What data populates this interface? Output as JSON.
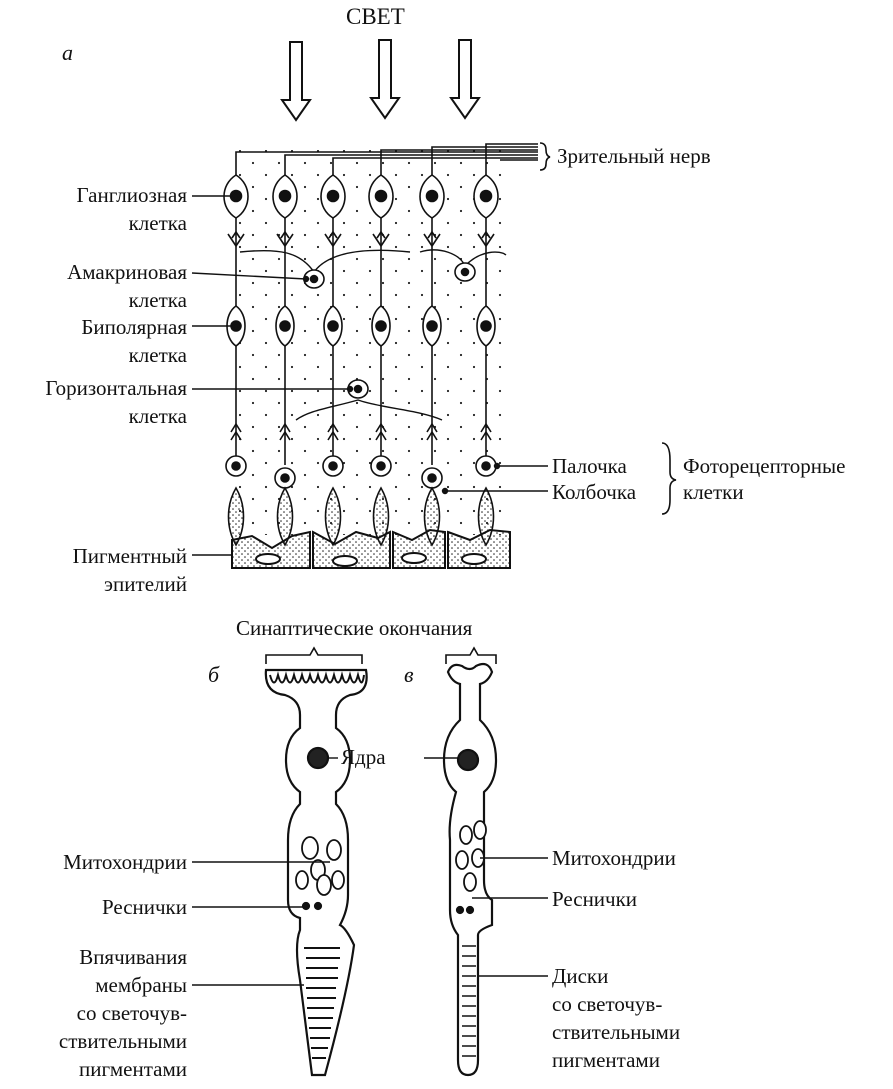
{
  "panel_a": {
    "letter": "а",
    "light": "СВЕТ",
    "optic_nerve": "Зрительный нерв",
    "ganglion": [
      "Ганглиозная",
      "клетка"
    ],
    "amacrine": [
      "Амакриновая",
      "клетка"
    ],
    "bipolar": [
      "Биполярная",
      "клетка"
    ],
    "horizontal": [
      "Горизонтальная",
      "клетка"
    ],
    "rod": "Палочка",
    "cone": "Колбочка",
    "photoreceptors": [
      "Фоторецепторные",
      "клетки"
    ],
    "pigment": [
      "Пигментный",
      "эпителий"
    ]
  },
  "panel_b": {
    "letter": "б",
    "synaptic": "Синаптические окончания",
    "mito": "Митохондрии",
    "cilia": "Реснички",
    "infold": [
      "Впячивания",
      "мембраны",
      "со светочув-",
      "ствительными",
      "пигментами"
    ]
  },
  "panel_c": {
    "letter": "в",
    "nuclei": "Ядра",
    "mito": "Митохондрии",
    "cilia": "Реснички",
    "discs": [
      "Диски",
      "со светочув-",
      "ствительными",
      "пигментами"
    ]
  }
}
